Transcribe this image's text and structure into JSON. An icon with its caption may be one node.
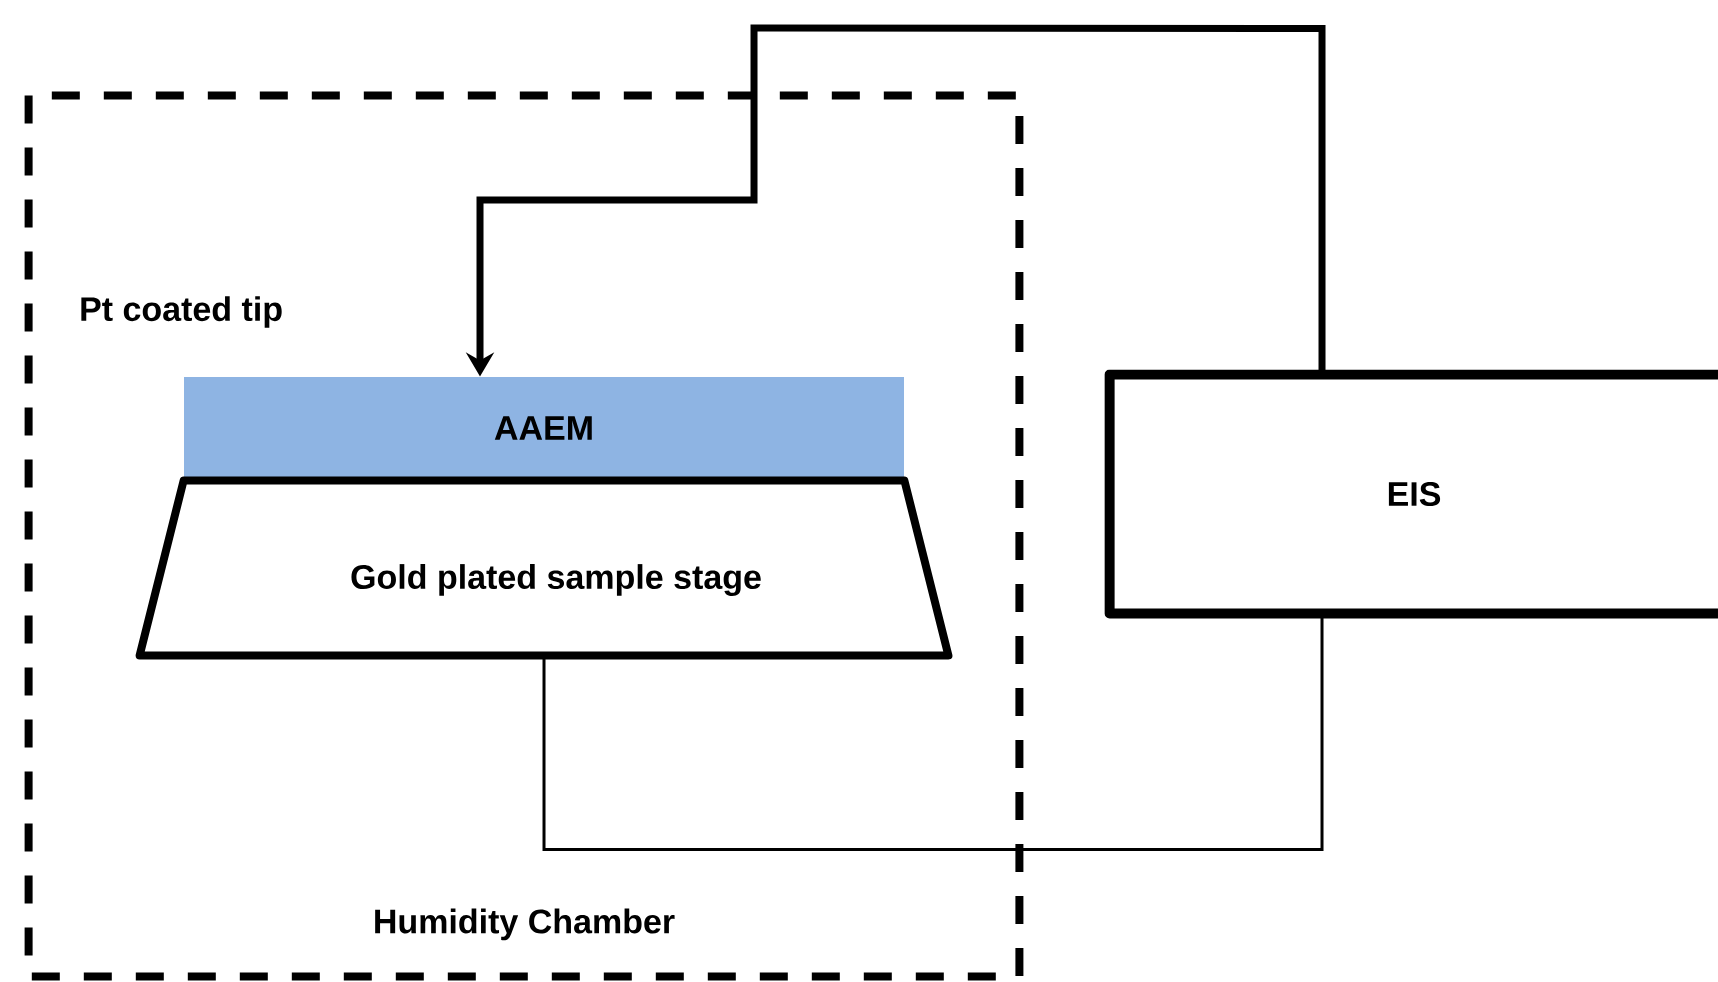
{
  "diagram": {
    "nodes": [
      {
        "text": [
          "Humidity Chamber"
        ]
      },
      {
        "text": [
          "AAEM"
        ],
        "in": 0
      },
      {
        "text": [
          "Gold plated sample stage"
        ],
        "in": 0
      },
      {
        "text": [
          "EIS"
        ]
      }
    ],
    "edges": [
      {
        "from": 3,
        "to": 1,
        "arrow": "to",
        "style": "thick"
      },
      {
        "from": 2,
        "to": 3,
        "arrow": "none"
      }
    ],
    "labels": [
      "Pt coated tip"
    ]
  }
}
